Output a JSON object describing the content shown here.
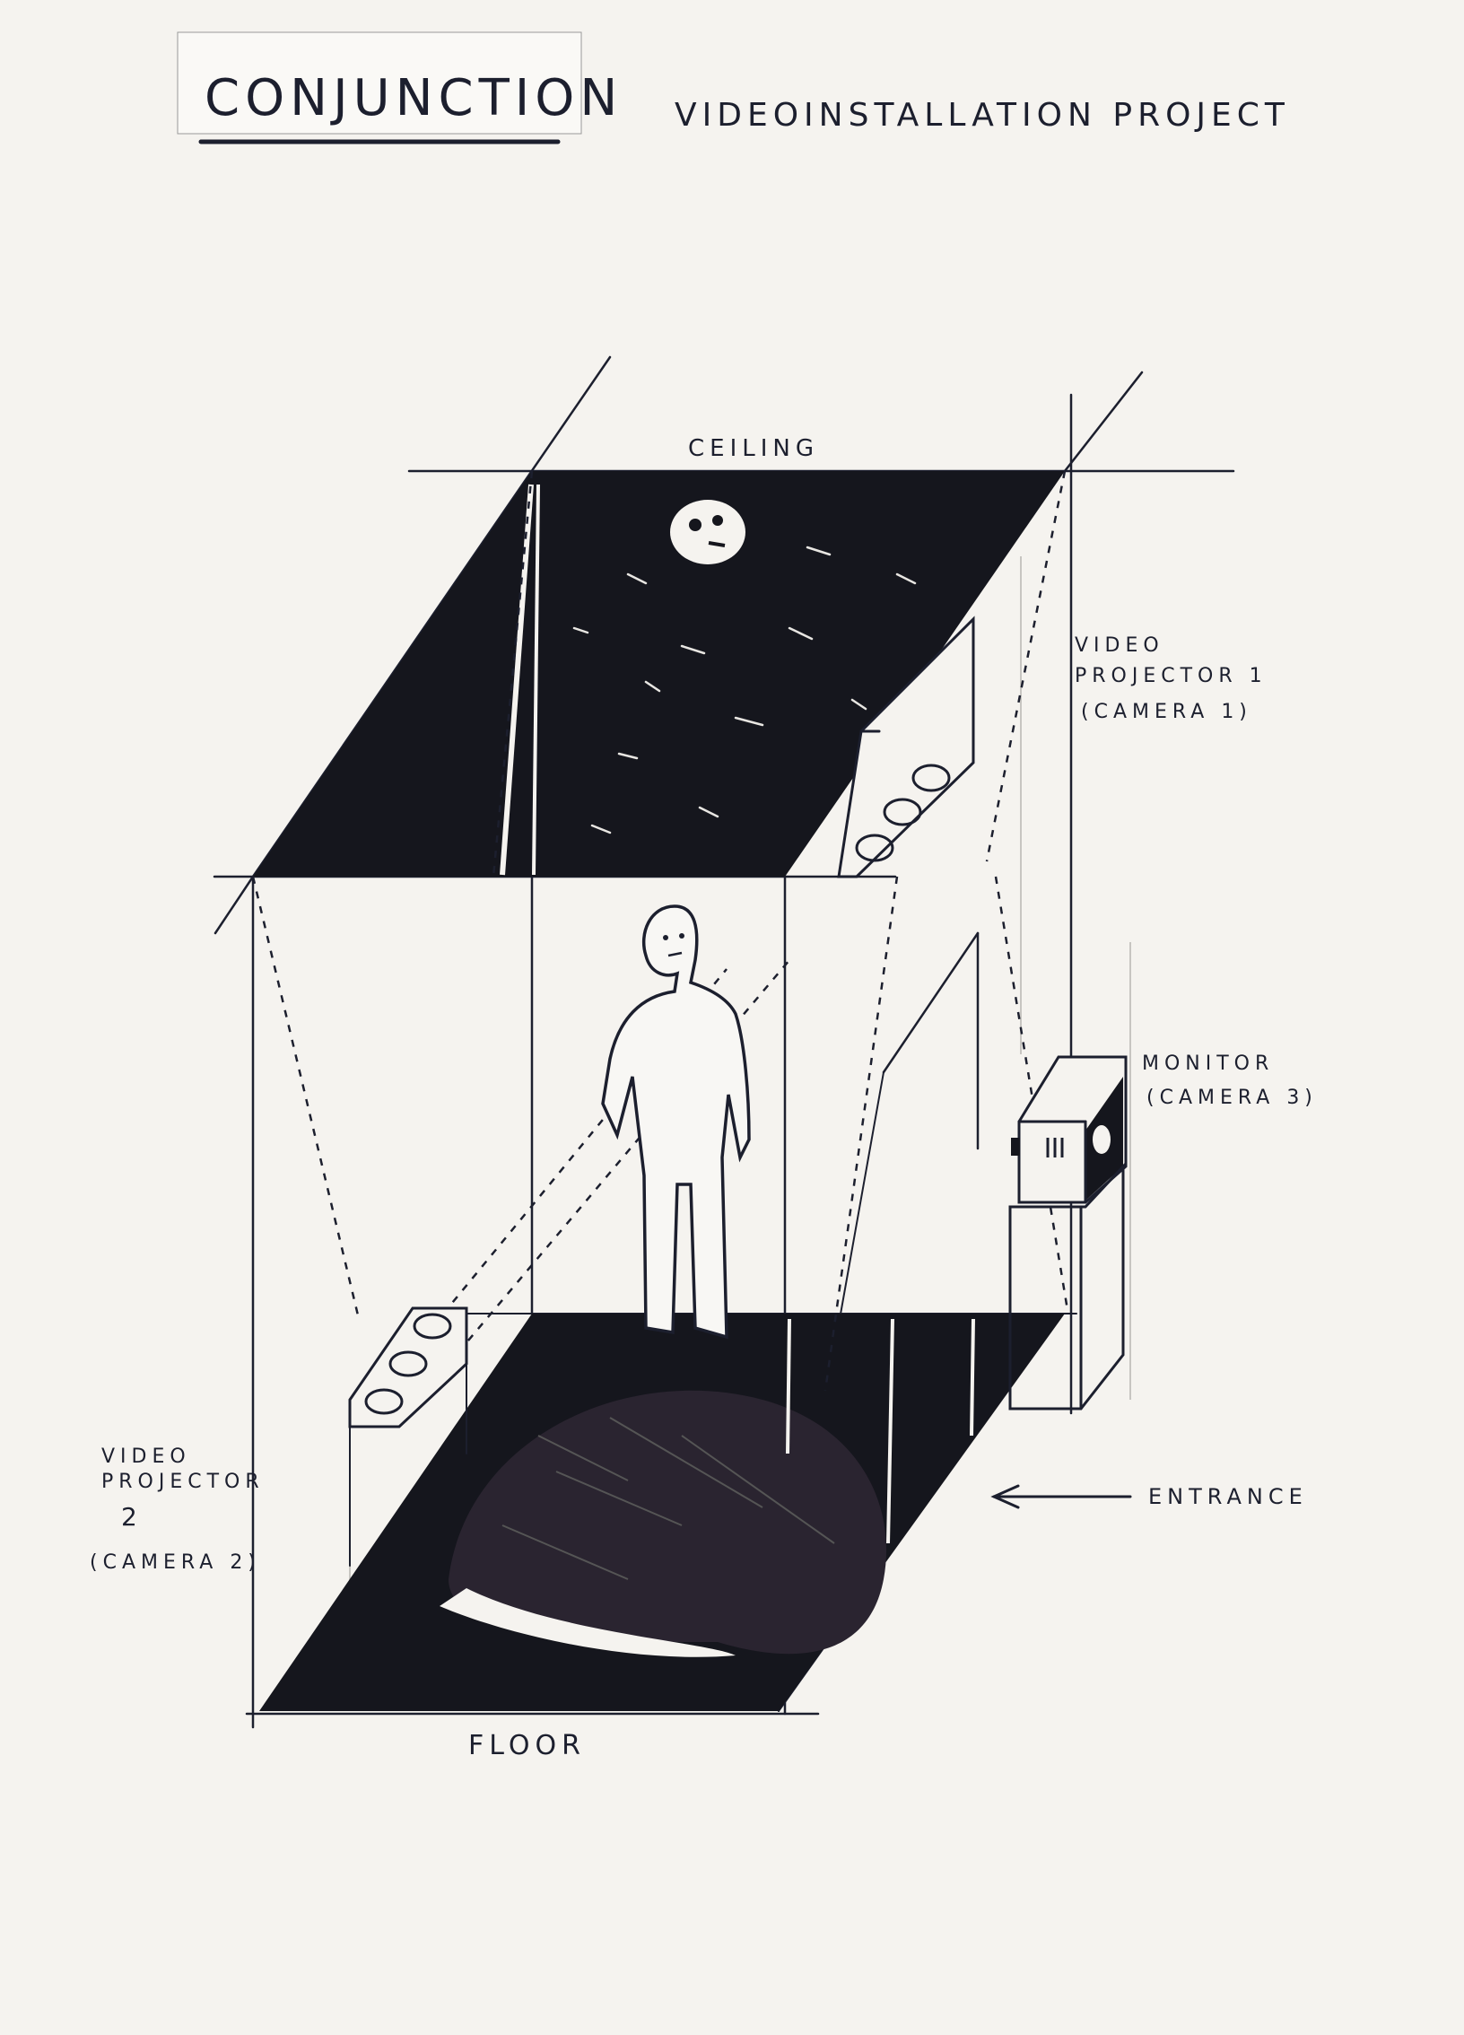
{
  "title": "CONJUNCTION",
  "subtitle": "VIDEOINSTALLATION PROJECT",
  "labels": {
    "ceiling": "CEILING",
    "floor": "FLOOR",
    "projector1": [
      "VIDEO",
      "PROJECTOR 1",
      "(CAMERA 1)"
    ],
    "monitor": [
      "MONITOR",
      "(CAMERA 3)"
    ],
    "projector2": [
      "VIDEO",
      "PROJECTOR",
      "2",
      "(CAMERA 2)"
    ],
    "entrance": "ENTRANCE"
  },
  "colors": {
    "ink": "#1c1f2e",
    "paper": "#f5f3ef"
  }
}
